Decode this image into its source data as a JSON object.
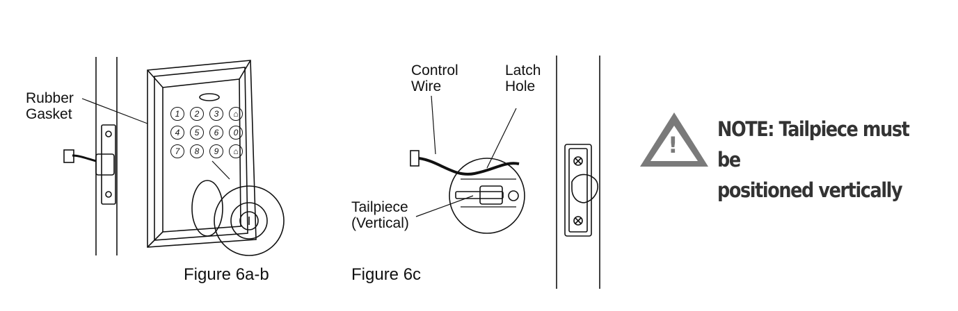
{
  "figure_6ab": {
    "label_rubber_gasket": "Rubber\nGasket",
    "caption": "Figure 6a-b",
    "key_symbols": [
      "1",
      "2",
      "3",
      "⌂",
      "4",
      "5",
      "6",
      "0",
      "7",
      "8",
      "9",
      "⌂"
    ]
  },
  "figure_6c": {
    "label_control_wire": "Control\nWire",
    "label_latch_hole": "Latch\nHole",
    "label_tailpiece": "Tailpiece\n(Vertical)",
    "caption": "Figure 6c"
  },
  "note": {
    "line1": "NOTE: Tailpiece must be",
    "line2": "positioned vertically",
    "warning_glyph": "!",
    "warning_color": "#7a7a7a",
    "text_color": "#333333"
  }
}
